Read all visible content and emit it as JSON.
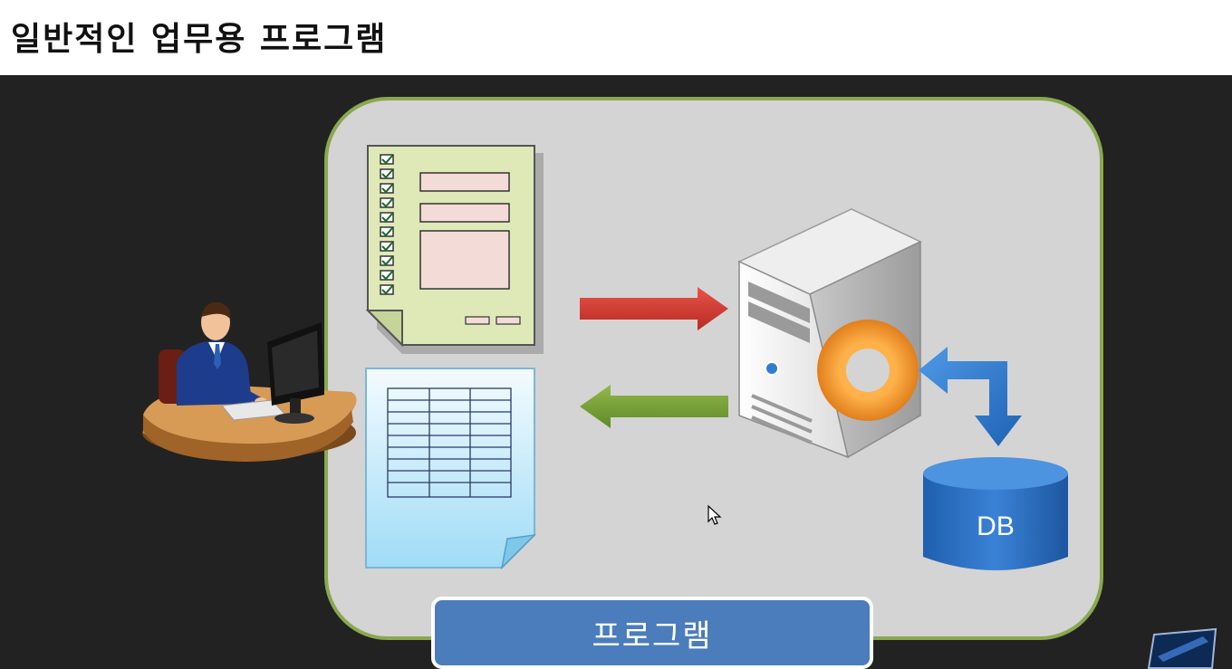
{
  "header": {
    "title": "일반적인 업무용 프로그램"
  },
  "diagram": {
    "db_label": "DB",
    "program_label": "프로그램"
  },
  "colors": {
    "panel_fill": "#d4d4d4",
    "panel_border": "#8aa84f",
    "request_arrow": "#d9423a",
    "response_arrow": "#7ea33a",
    "db_arrow": "#2f7fd0",
    "db_cylinder": "#2b6ec0",
    "gear": "#f19a2e",
    "program_bar": "#4b7dbd"
  },
  "icons": [
    "user-at-computer-icon",
    "input-form-document-icon",
    "table-document-icon",
    "server-icon",
    "gear-icon",
    "database-icon",
    "mouse-cursor-icon",
    "taskbar-thumbnail-icon"
  ]
}
